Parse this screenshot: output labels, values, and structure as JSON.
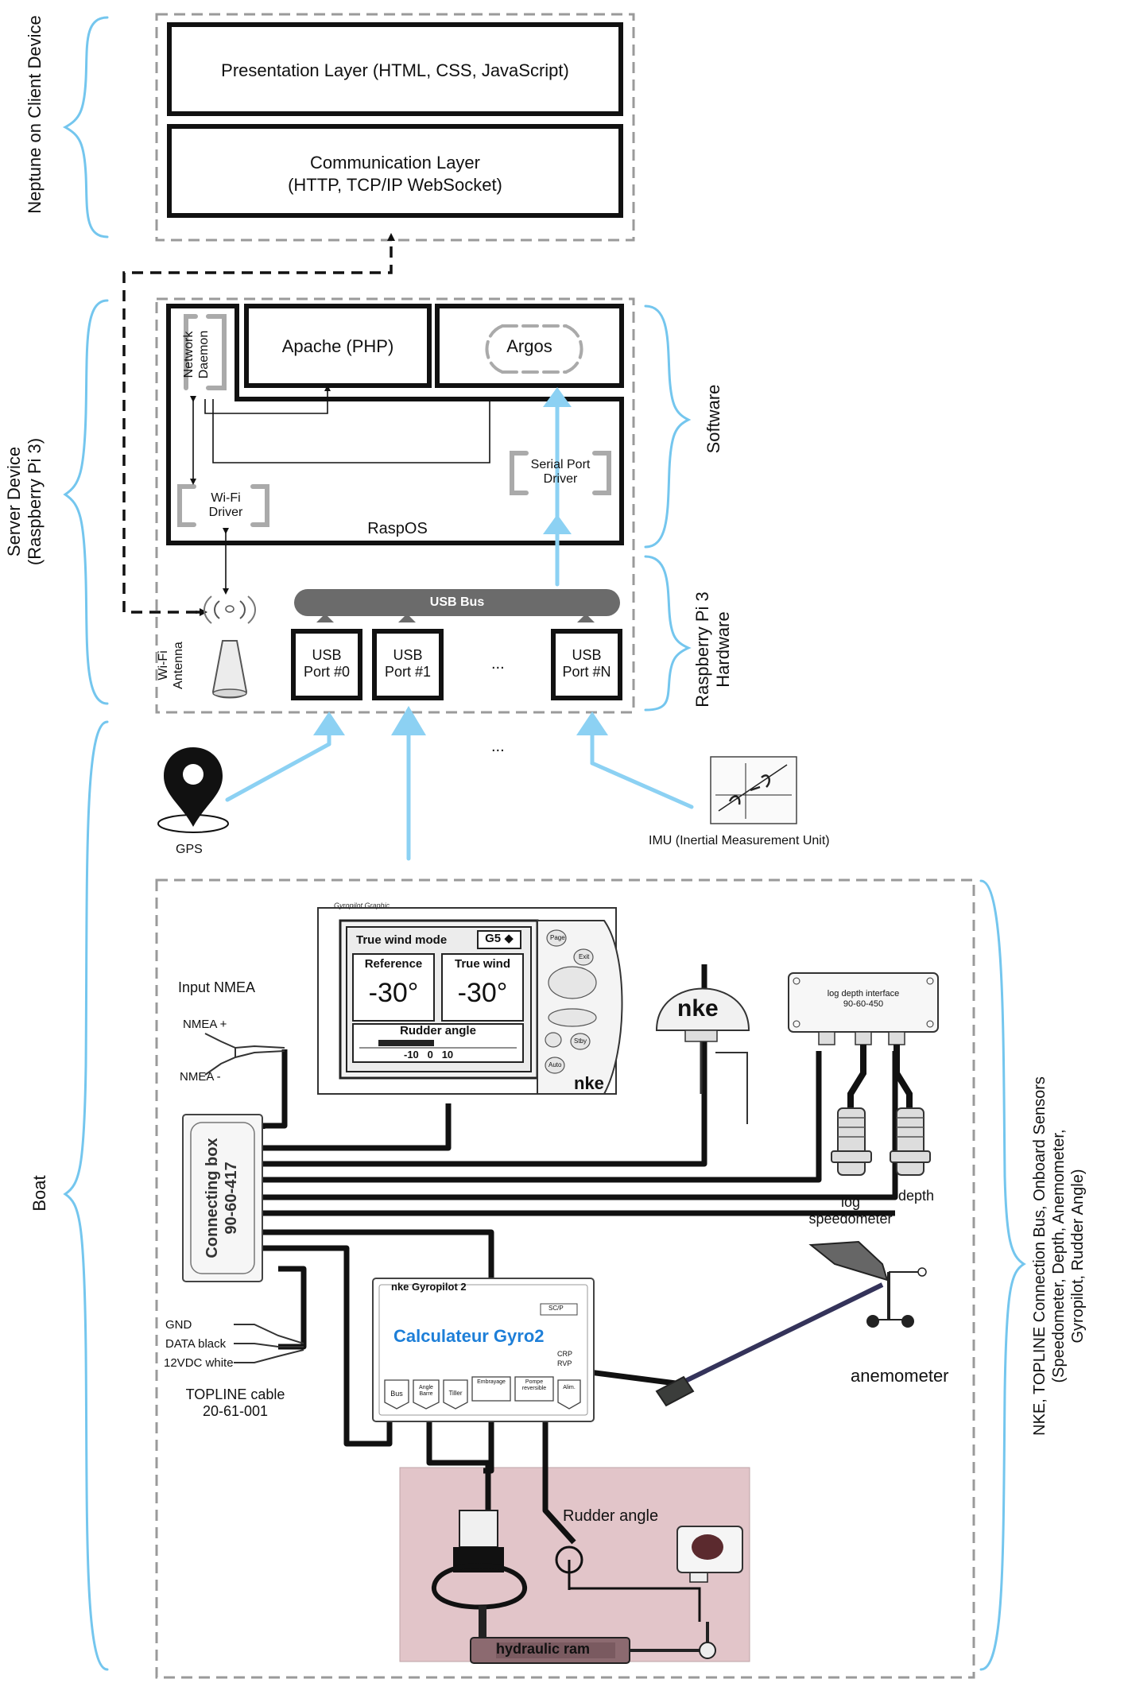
{
  "client": {
    "group_label": "Neptune on Client Device",
    "presentation_layer": "Presentation Layer (HTML, CSS, JavaScript)",
    "communication_layer_line1": "Communication Layer",
    "communication_layer_line2": "(HTTP, TCP/IP WebSocket)"
  },
  "server": {
    "group_label_line1": "Server Device",
    "group_label_line2": "(Raspberry Pi 3)",
    "software_label": "Software",
    "hardware_label_line1": "Raspberry Pi 3",
    "hardware_label_line2": "Hardware",
    "network_daemon_line1": "Network",
    "network_daemon_line2": "Daemon",
    "apache": "Apache (PHP)",
    "argos": "Argos",
    "serial_driver_line1": "Serial Port",
    "serial_driver_line2": "Driver",
    "wifi_driver_line1": "Wi-Fi",
    "wifi_driver_line2": "Driver",
    "raspos": "RaspOS",
    "usb_bus": "USB Bus",
    "ports": [
      {
        "line1": "USB",
        "line2": "Port #0"
      },
      {
        "line1": "USB",
        "line2": "Port #1"
      },
      {
        "line1": "USB",
        "line2": "Port #N"
      }
    ],
    "ports_ellipsis": "...",
    "wifi_antenna_line1": "Wi-Fi",
    "wifi_antenna_line2": "Antenna"
  },
  "inputs": {
    "gps": "GPS",
    "imu": "IMU (Inertial Measurement Unit)",
    "ellipsis": "..."
  },
  "boat": {
    "group_label": "Boat",
    "bus_label_line1": "NKE, TOPLINE Connection Bus, Onboard Sensors",
    "bus_label_line2": "(Speedometer, Depth, Anemometer,",
    "bus_label_line3": "Gyropilot, Rudder Angle)",
    "input_nmea": "Input NMEA",
    "nmea_plus": "NMEA +",
    "nmea_minus": "NMEA -",
    "connecting_box_line1": "Connecting box",
    "connecting_box_line2": "90-60-417",
    "gnd": "GND",
    "data_black": "DATA black",
    "vdc_white": "12VDC white",
    "topline_cable_line1": "TOPLINE cable",
    "topline_cable_line2": "20-61-001",
    "gyropilot_display": {
      "header": "Gyropilot Graphic",
      "mode": "True wind mode",
      "mode_badge": "G5",
      "col1_title": "Reference",
      "col2_title": "True wind",
      "col1_value": "-30°",
      "col2_value": "-30°",
      "rudder_title": "Rudder angle",
      "scale": "-10   0   10",
      "brand": "nke",
      "keys": [
        "Page",
        "Exit",
        "Stby",
        "Auto"
      ]
    },
    "gps_dome_brand": "nke",
    "log_depth_line1": "log depth interface",
    "log_depth_line2": "90-60-450",
    "log_line1": "log",
    "log_line2": "speedometer",
    "depth": "depth",
    "anemometer": "anemometer",
    "gyro2": {
      "header": "nke Gyropilot 2",
      "title": "Calculateur Gyro2",
      "tag": "SC/P",
      "crp": "CRP",
      "rvp": "RVP",
      "terminals": [
        "Bus",
        "Angle Barre",
        "Tiller",
        "Embrayage",
        "Pompe reversible",
        "Alim."
      ]
    },
    "rudder_angle": "Rudder angle",
    "hydraulic_ram": "hydraulic ram"
  },
  "colors": {
    "brace": "#74c6ee",
    "arrow": "#8cd1f3",
    "dash": "#9a9a9a",
    "bus": "#6b6b6b",
    "rudder_zone": "#e2c5c9",
    "gyro_title": "#1e7fd8"
  }
}
